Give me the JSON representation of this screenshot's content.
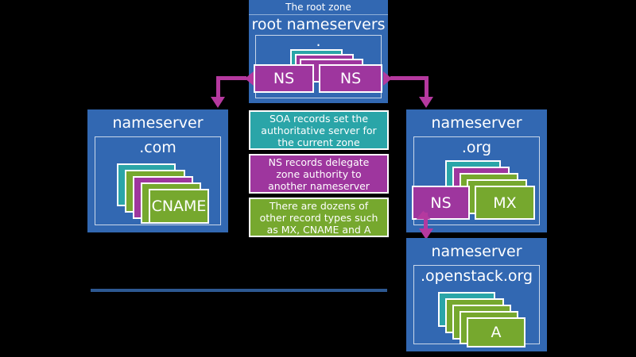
{
  "diagram": {
    "title": "DNS zone delegation diagram",
    "colors": {
      "zone_blue": "#3268b2",
      "teal": "#2aa5a8",
      "magenta": "#9e369e",
      "green": "#76a82e",
      "arrow": "#b5399f",
      "divider": "#2d5891",
      "text": "#ffffff"
    }
  },
  "root_zone": {
    "caption": "The root zone",
    "heading": "root nameservers",
    "zone_label": ".",
    "cards": [
      {
        "type": "teal",
        "label": ""
      },
      {
        "type": "magenta",
        "label": ""
      },
      {
        "type": "magenta",
        "label": ""
      },
      {
        "type": "magenta",
        "label": "NS"
      },
      {
        "type": "magenta",
        "label": "NS"
      }
    ]
  },
  "com_zone": {
    "heading": "nameserver",
    "zone_label": ".com",
    "cards": [
      {
        "type": "teal",
        "label": ""
      },
      {
        "type": "green",
        "label": ""
      },
      {
        "type": "magenta",
        "label": ""
      },
      {
        "type": "green",
        "label": ""
      },
      {
        "type": "green",
        "label": "CNAME"
      }
    ]
  },
  "org_zone": {
    "heading": "nameserver",
    "zone_label": ".org",
    "cards": [
      {
        "type": "teal",
        "label": ""
      },
      {
        "type": "magenta",
        "label": ""
      },
      {
        "type": "green",
        "label": ""
      },
      {
        "type": "green",
        "label": ""
      },
      {
        "type": "magenta",
        "label": "NS"
      },
      {
        "type": "green",
        "label": "MX"
      }
    ]
  },
  "openstack_zone": {
    "heading": "nameserver",
    "zone_label": ".openstack.org",
    "cards": [
      {
        "type": "teal",
        "label": ""
      },
      {
        "type": "green",
        "label": ""
      },
      {
        "type": "green",
        "label": ""
      },
      {
        "type": "green",
        "label": ""
      },
      {
        "type": "green",
        "label": "A"
      }
    ]
  },
  "legend": {
    "soa": "SOA records set the authoritative server for the current zone",
    "ns": "NS records delegate zone authority to another nameserver",
    "other": "There are dozens of other record types such as MX, CNAME and A"
  }
}
